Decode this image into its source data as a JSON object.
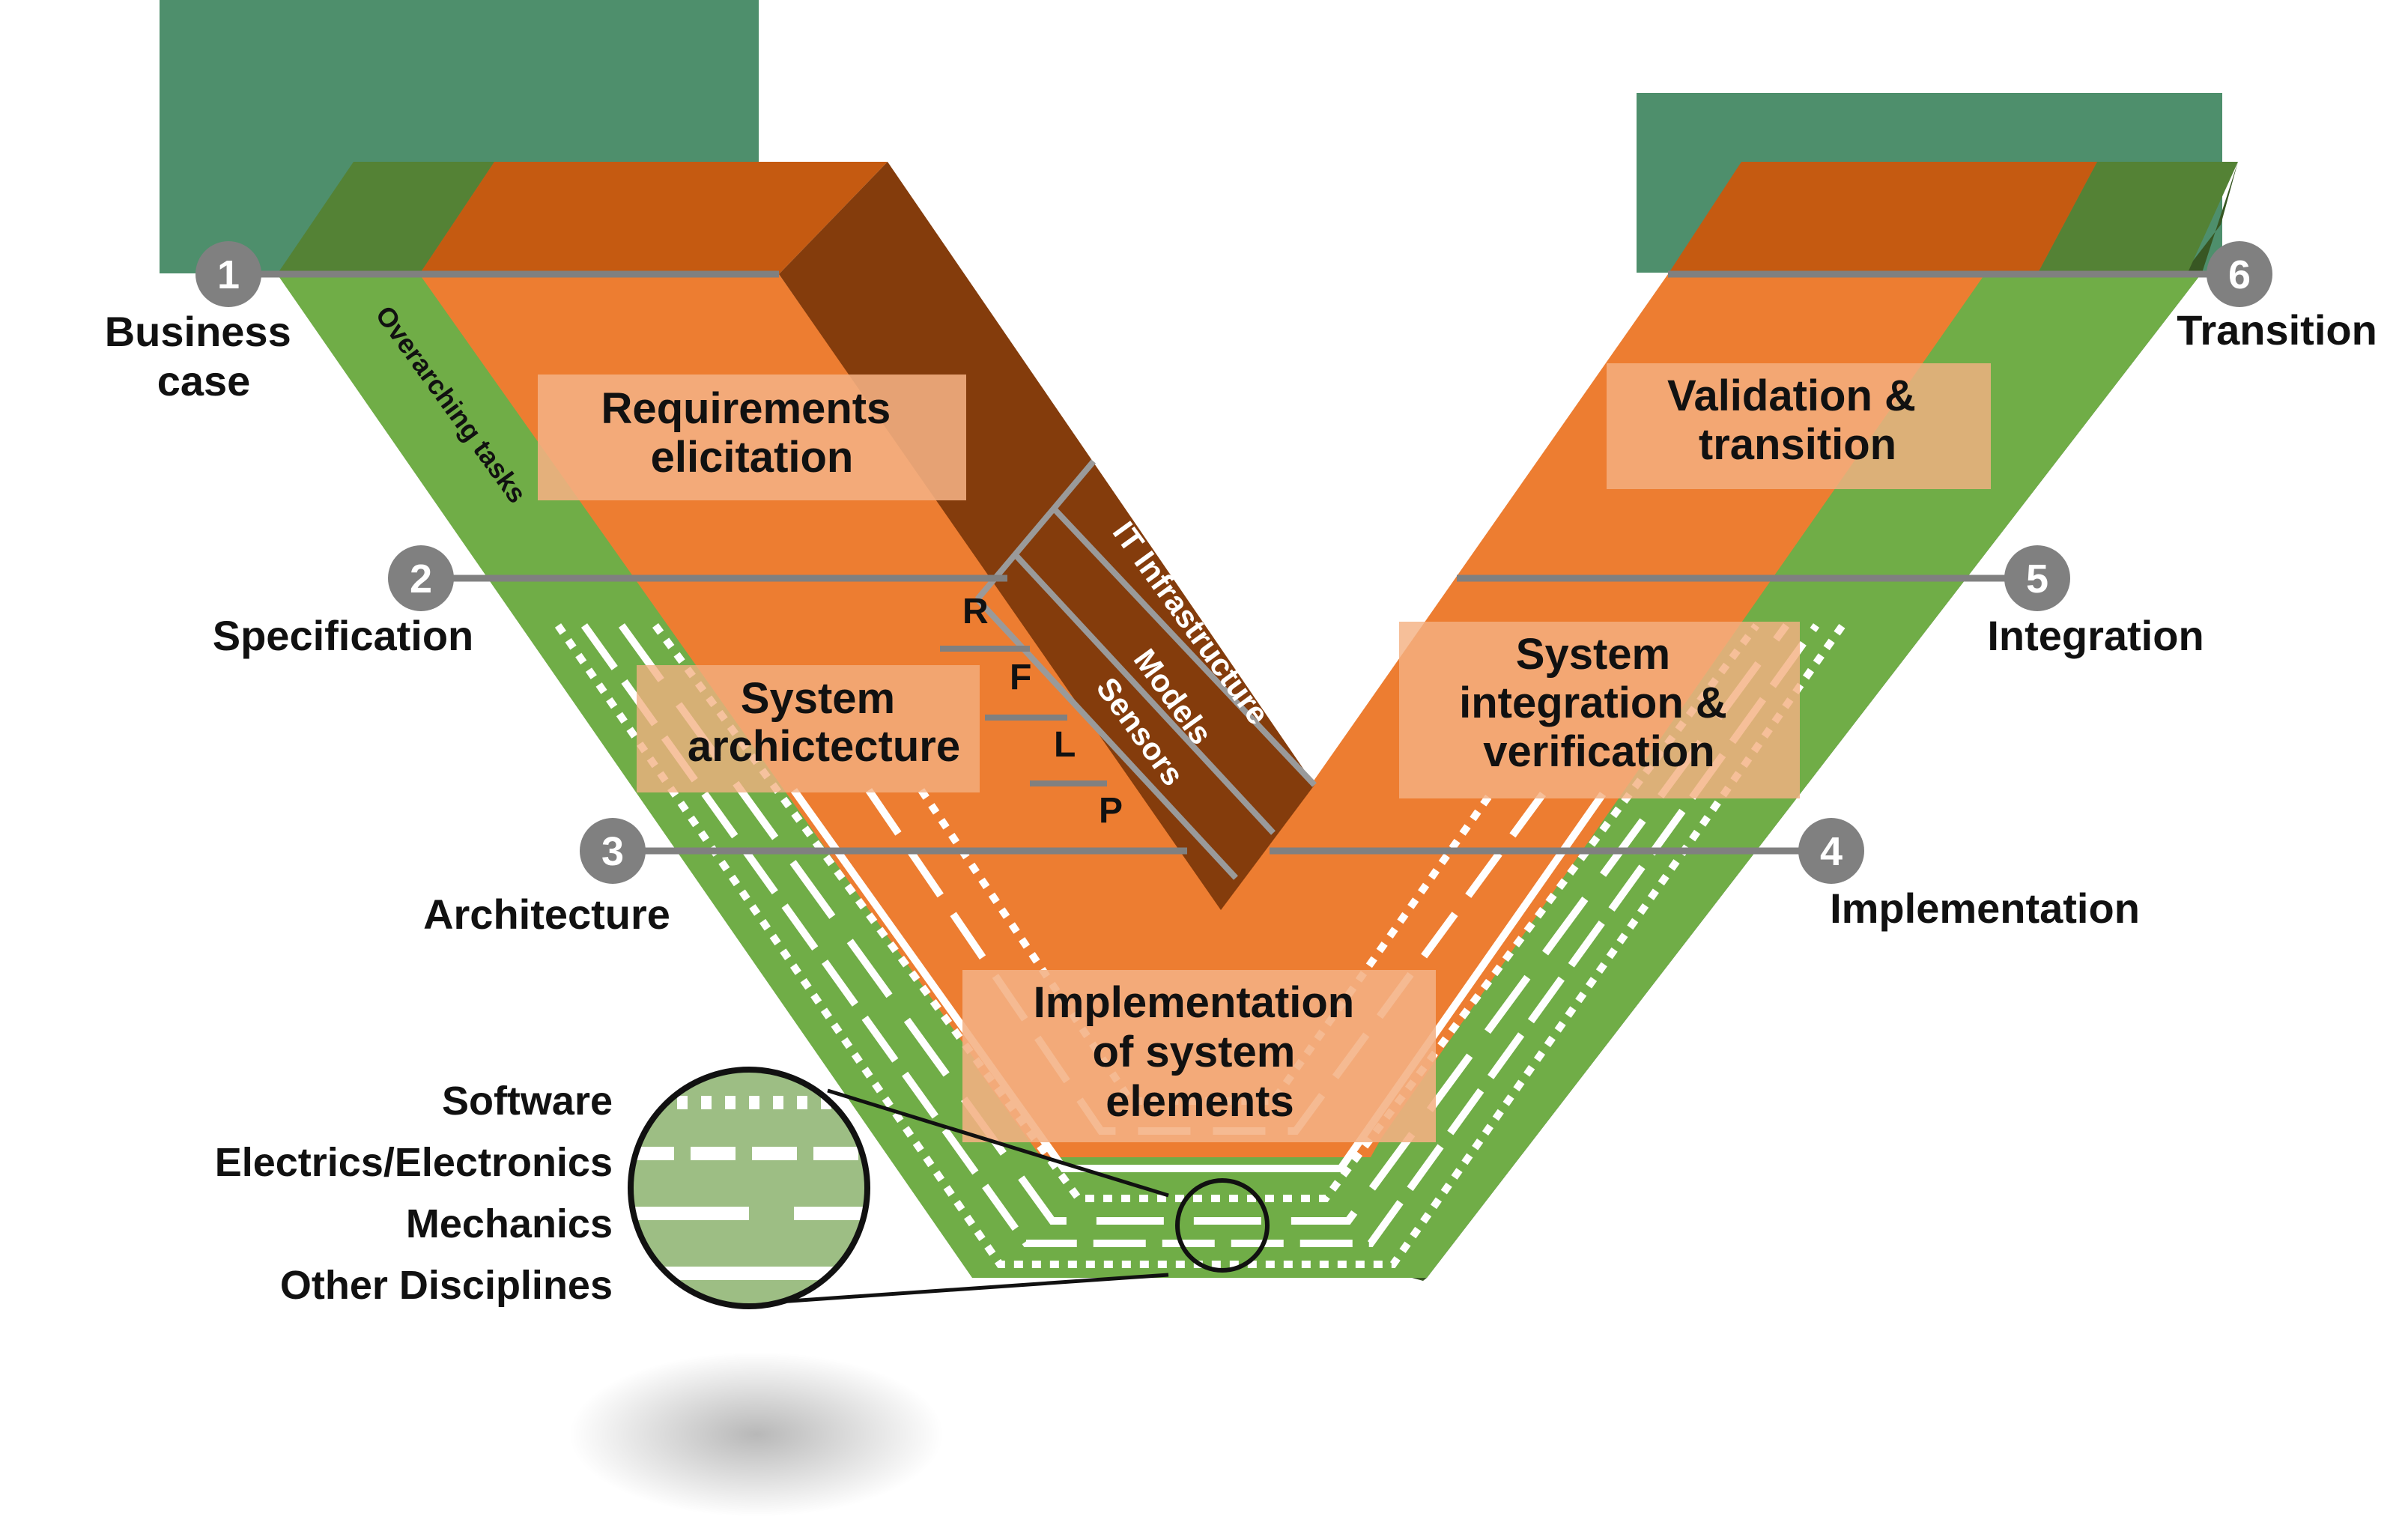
{
  "stages": [
    {
      "number": "1",
      "label_lines": [
        "Business",
        "case"
      ]
    },
    {
      "number": "2",
      "label_lines": [
        "Specification"
      ]
    },
    {
      "number": "3",
      "label_lines": [
        "Architecture"
      ]
    },
    {
      "number": "4",
      "label_lines": [
        "Implementation"
      ]
    },
    {
      "number": "5",
      "label_lines": [
        "Integration"
      ]
    },
    {
      "number": "6",
      "label_lines": [
        "Transition"
      ]
    }
  ],
  "phases": [
    {
      "lines": [
        "Requirements",
        "elicitation"
      ]
    },
    {
      "lines": [
        "System",
        "archictecture"
      ]
    },
    {
      "lines": [
        "Implementation",
        "of system",
        "elements"
      ]
    },
    {
      "lines": [
        "System",
        "integration &",
        "verification"
      ]
    },
    {
      "lines": [
        "Validation &",
        "transition"
      ]
    }
  ],
  "overarching_label": "Overarching tasks",
  "inner_bands": [
    "IT Infrastructure",
    "Models",
    "Sensors"
  ],
  "rflp": [
    "R",
    "F",
    "L",
    "P"
  ],
  "disciplines": [
    "Software",
    "Electrics/Electronics",
    "Mechanics",
    "Other Disciplines"
  ],
  "colors": {
    "teal": "#4E8F6C",
    "green_light": "#70AD47",
    "green_top": "#548235",
    "green_dark": "#385723",
    "orange": "#ED7D31",
    "orange_top": "#C55A11",
    "brown": "#843C0C",
    "callout": "#F4B183",
    "stage_circle": "#808080",
    "line_gray": "#808080"
  }
}
